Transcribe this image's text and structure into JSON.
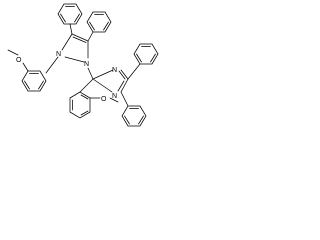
{
  "molecule": {
    "atom_labels": {
      "n_upper_ring_left": "N",
      "n_upper_ring_right": "N",
      "n_lower_ring_top": "N",
      "n_lower_ring_bottom": "N",
      "methoxy_left_o": "O",
      "methoxy_bottom_o": "O"
    },
    "colors": {
      "bonds": "#000000",
      "background": "#ffffff"
    }
  }
}
